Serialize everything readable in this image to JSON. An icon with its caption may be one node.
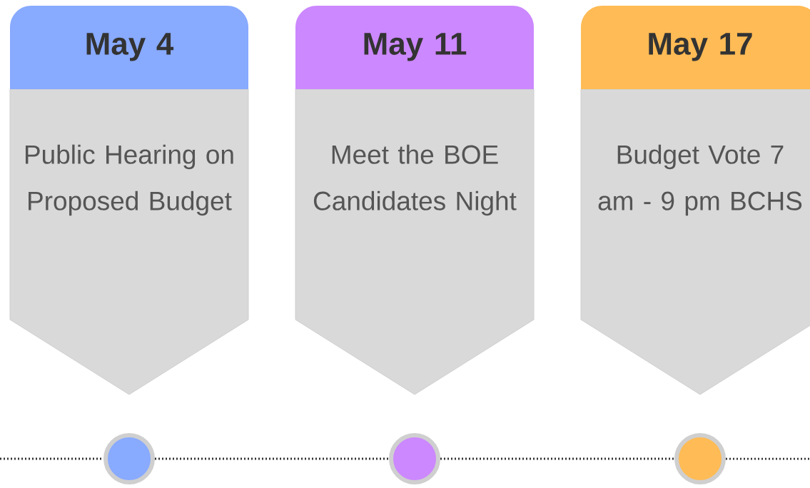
{
  "diagram": {
    "nodes": [
      {
        "text": [
          "May 4",
          "Public Hearing on Proposed Budget"
        ]
      },
      {
        "text": [
          "May 11",
          "Meet the BOE Candidates Night"
        ]
      },
      {
        "text": [
          "May 17",
          "Budget Vote 7 am - 9 pm BCHS"
        ]
      },
      {
        "text": [],
        "shape": "circle"
      },
      {
        "text": [],
        "shape": "circle"
      },
      {
        "text": [],
        "shape": "circle"
      }
    ],
    "edges": [
      {
        "from": null,
        "to": 3,
        "arrow": "none",
        "style": "dashed"
      },
      {
        "from": 3,
        "to": 4,
        "arrow": "none",
        "style": "dashed"
      },
      {
        "from": 4,
        "to": 5,
        "arrow": "none",
        "style": "dashed"
      },
      {
        "from": 5,
        "to": null,
        "arrow": "none",
        "style": "dashed"
      }
    ]
  }
}
